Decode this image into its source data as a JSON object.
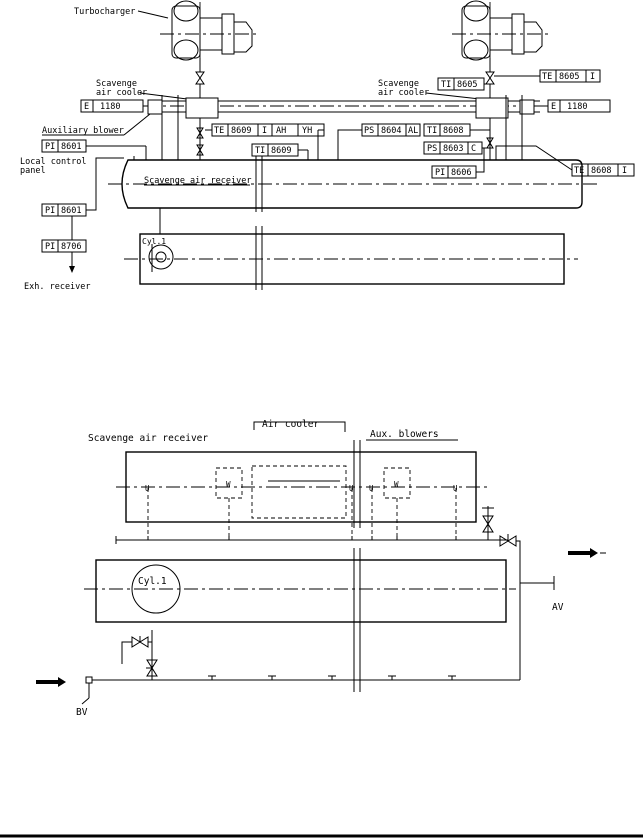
{
  "top_diagram": {
    "turbocharger_label": "Turbocharger",
    "scavenge_air_cooler_label": [
      "Scavenge",
      "air cooler"
    ],
    "auxiliary_blower_label": "Auxiliary blower",
    "local_control_panel_label": [
      "Local control",
      "panel"
    ],
    "scavenge_air_receiver_label": "Scavenge air receiver",
    "cylinder_label": "Cyl.1",
    "exh_receiver_label": "Exh. receiver",
    "tags": {
      "e_1180_left": [
        "E",
        "1180"
      ],
      "e_1180_right": [
        "E",
        "1180"
      ],
      "pi_8601_top": [
        "PI",
        "8601"
      ],
      "pi_8601_bottom": [
        "PI",
        "8601"
      ],
      "pi_8706": [
        "PI",
        "8706"
      ],
      "te_8609": [
        "TE",
        "8609",
        "I",
        "AH",
        "YH"
      ],
      "ti_8609": [
        "TI",
        "8609"
      ],
      "ps_8604": [
        "PS",
        "8604",
        "AL"
      ],
      "ti_8608": [
        "TI",
        "8608"
      ],
      "ps_8603": [
        "PS",
        "8603",
        "C"
      ],
      "pi_8606": [
        "PI",
        "8606"
      ],
      "ti_8605": [
        "TI",
        "8605"
      ],
      "te_8605": [
        "TE",
        "8605",
        "I"
      ],
      "te_8608": [
        "TE",
        "8608",
        "I"
      ]
    }
  },
  "bottom_diagram": {
    "air_cooler_label": "Air cooler",
    "aux_blowers_label": "Aux. blowers",
    "scavenge_air_receiver_label": "Scavenge air receiver",
    "cylinder_label": "Cyl.1",
    "av_label": "AV",
    "bv_label": "BV"
  }
}
